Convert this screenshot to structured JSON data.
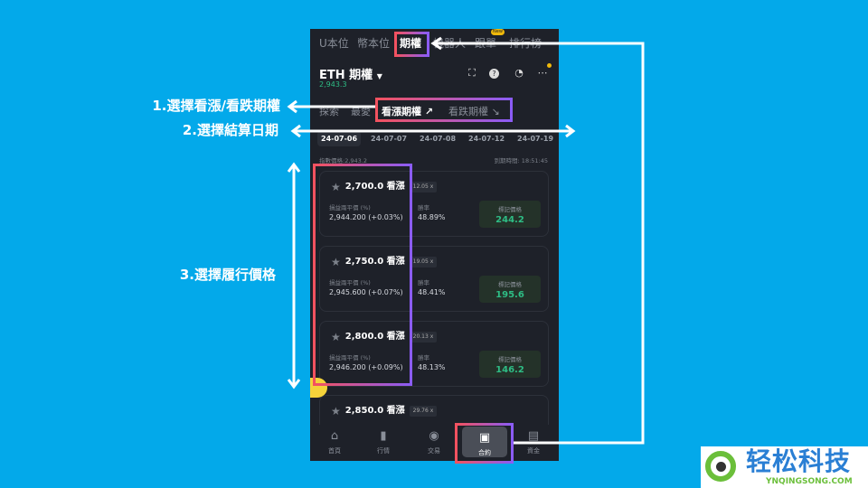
{
  "top_tabs": [
    {
      "label": "U本位"
    },
    {
      "label": "幣本位"
    },
    {
      "label": "期權"
    },
    {
      "label": "機器人"
    },
    {
      "label": "跟單",
      "badge": "New"
    },
    {
      "label": "排行榜"
    }
  ],
  "header": {
    "title": "ETH 期權",
    "price": "2,943.3",
    "icons": [
      "scan-icon",
      "help-icon",
      "history-icon",
      "more-icon"
    ]
  },
  "filters": [
    {
      "label": "探索"
    },
    {
      "label": "最愛"
    },
    {
      "label": "看漲期權 ↗"
    },
    {
      "label": "看跌期權 ↘"
    }
  ],
  "dates": [
    "24-07-06",
    "24-07-07",
    "24-07-08",
    "24-07-12",
    "24-07-19"
  ],
  "index_price": "指數價格:2,943.2",
  "expiry": "到期時間: 18:51:45",
  "labels": {
    "breakeven": "損益兩平價 (%)",
    "win_rate": "勝率",
    "mark_price": "標記價格"
  },
  "options": [
    {
      "strike": "2,700.0 看漲",
      "mult": "12.05 x",
      "breakeven": "2,944.200 (+0.03%)",
      "win_rate": "48.89%",
      "mark": "244.2"
    },
    {
      "strike": "2,750.0 看漲",
      "mult": "19.05 x",
      "breakeven": "2,945.600 (+0.07%)",
      "win_rate": "48.41%",
      "mark": "195.6"
    },
    {
      "strike": "2,800.0 看漲",
      "mult": "20.13 x",
      "breakeven": "2,946.200 (+0.09%)",
      "win_rate": "48.13%",
      "mark": "146.2"
    },
    {
      "strike": "2,850.0 看漲",
      "mult": "29.76 x"
    }
  ],
  "bottom_nav": [
    {
      "label": "首頁",
      "icon": "home-icon"
    },
    {
      "label": "行情",
      "icon": "chart-icon"
    },
    {
      "label": "交易",
      "icon": "trade-icon"
    },
    {
      "label": "合約",
      "icon": "contract-icon"
    },
    {
      "label": "資金",
      "icon": "wallet-icon"
    }
  ],
  "annotations": {
    "step1": "1.選擇看漲/看跌期權",
    "step2": "2.選擇結算日期",
    "step3": "3.選擇履行價格"
  },
  "logo": {
    "name": "轻松科技",
    "url": "YNQINGSONG.COM"
  },
  "colors": {
    "background": "#03a9ea",
    "up": "#2ebd85",
    "highlight_start": "#f3525f",
    "highlight_end": "#8b5cf6"
  }
}
